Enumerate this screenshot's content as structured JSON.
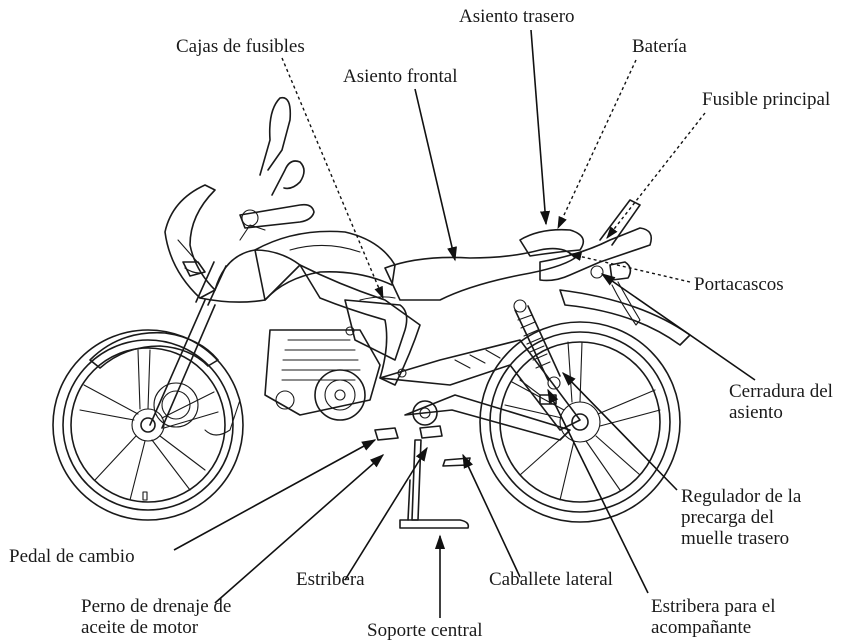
{
  "labels": {
    "asiento_trasero": "Asiento trasero",
    "cajas_fusibles": "Cajas de fusibles",
    "bateria": "Batería",
    "asiento_frontal": "Asiento frontal",
    "fusible_principal": "Fusible principal",
    "portacascos": "Portacascos",
    "cerradura_l1": "Cerradura del",
    "cerradura_l2": "asiento",
    "regulador_l1": "Regulador de la",
    "regulador_l2": "precarga del",
    "regulador_l3": "muelle trasero",
    "pedal_cambio": "Pedal de cambio",
    "estribera": "Estribera",
    "caballete_lateral": "Caballete lateral",
    "perno_l1": "Perno de drenaje de",
    "perno_l2": "aceite de motor",
    "estribera_acomp_l1": "Estribera para el",
    "estribera_acomp_l2": "acompañante",
    "soporte_central": "Soporte central"
  },
  "colors": {
    "ink": "#1a1a1a",
    "background": "#ffffff"
  }
}
